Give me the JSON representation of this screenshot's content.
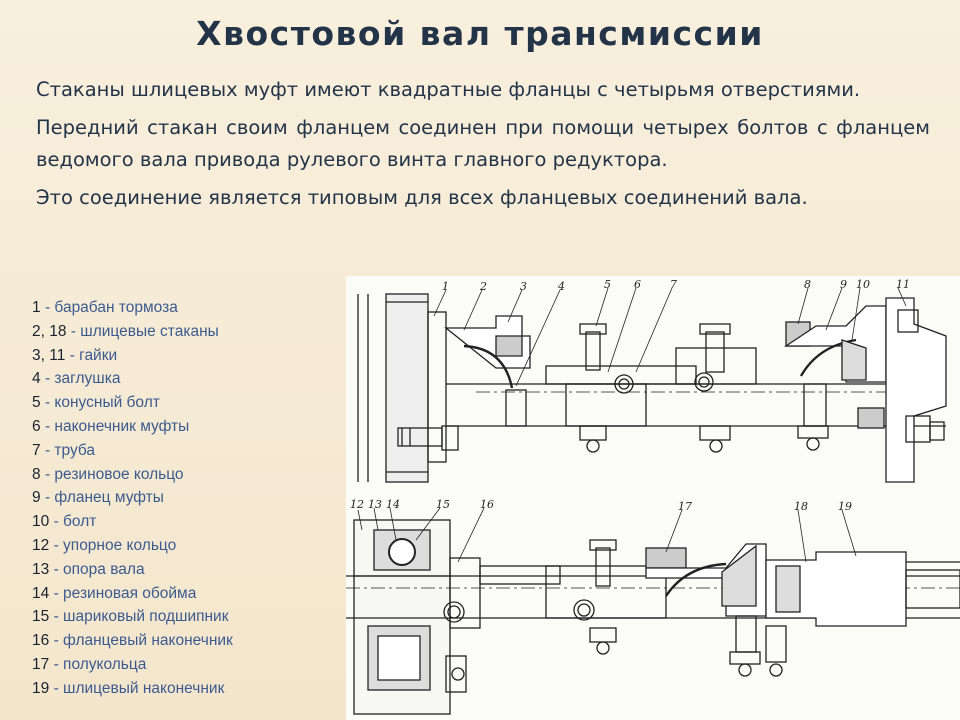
{
  "slide": {
    "title": "Хвостовой вал трансмиссии",
    "paragraphs": [
      "Стаканы шлицевых муфт имеют квадратные фланцы с четырьмя отверстиями.",
      "Передний стакан своим фланцем соединен при помощи четырех болтов с фланцем ведомого вала привода рулевого винта главного редуктора.",
      "Это соединение является типовым для всех фланцевых соединений вала."
    ]
  },
  "legend": [
    {
      "num": "1",
      "desc": "барабан тормоза"
    },
    {
      "num": "2, 18",
      "desc": "шлицевые стаканы"
    },
    {
      "num": "3, 11",
      "desc": "гайки"
    },
    {
      "num": "4",
      "desc": "заглушка"
    },
    {
      "num": "5",
      "desc": "конусный болт"
    },
    {
      "num": "6",
      "desc": "наконечник муфты"
    },
    {
      "num": "7",
      "desc": "труба"
    },
    {
      "num": "8",
      "desc": "резиновое кольцо"
    },
    {
      "num": "9",
      "desc": "фланец муфты"
    },
    {
      "num": "10",
      "desc": "болт"
    },
    {
      "num": "12",
      "desc": "упорное кольцо"
    },
    {
      "num": "13",
      "desc": "опора вала"
    },
    {
      "num": "14",
      "desc": "резиновая обойма"
    },
    {
      "num": "15",
      "desc": "шариковый подшипник"
    },
    {
      "num": "16",
      "desc": "фланцевый наконечник"
    },
    {
      "num": "17",
      "desc": "полукольца"
    },
    {
      "num": "19",
      "desc": "шлицевый наконечник"
    }
  ],
  "legend_separator": "-",
  "drawing": {
    "callouts_top": [
      "1",
      "2",
      "3",
      "4",
      "5",
      "6",
      "7",
      "8",
      "9",
      "10",
      "11"
    ],
    "callouts_bottom": [
      "12",
      "13",
      "14",
      "15",
      "16",
      "17",
      "18",
      "19"
    ]
  }
}
